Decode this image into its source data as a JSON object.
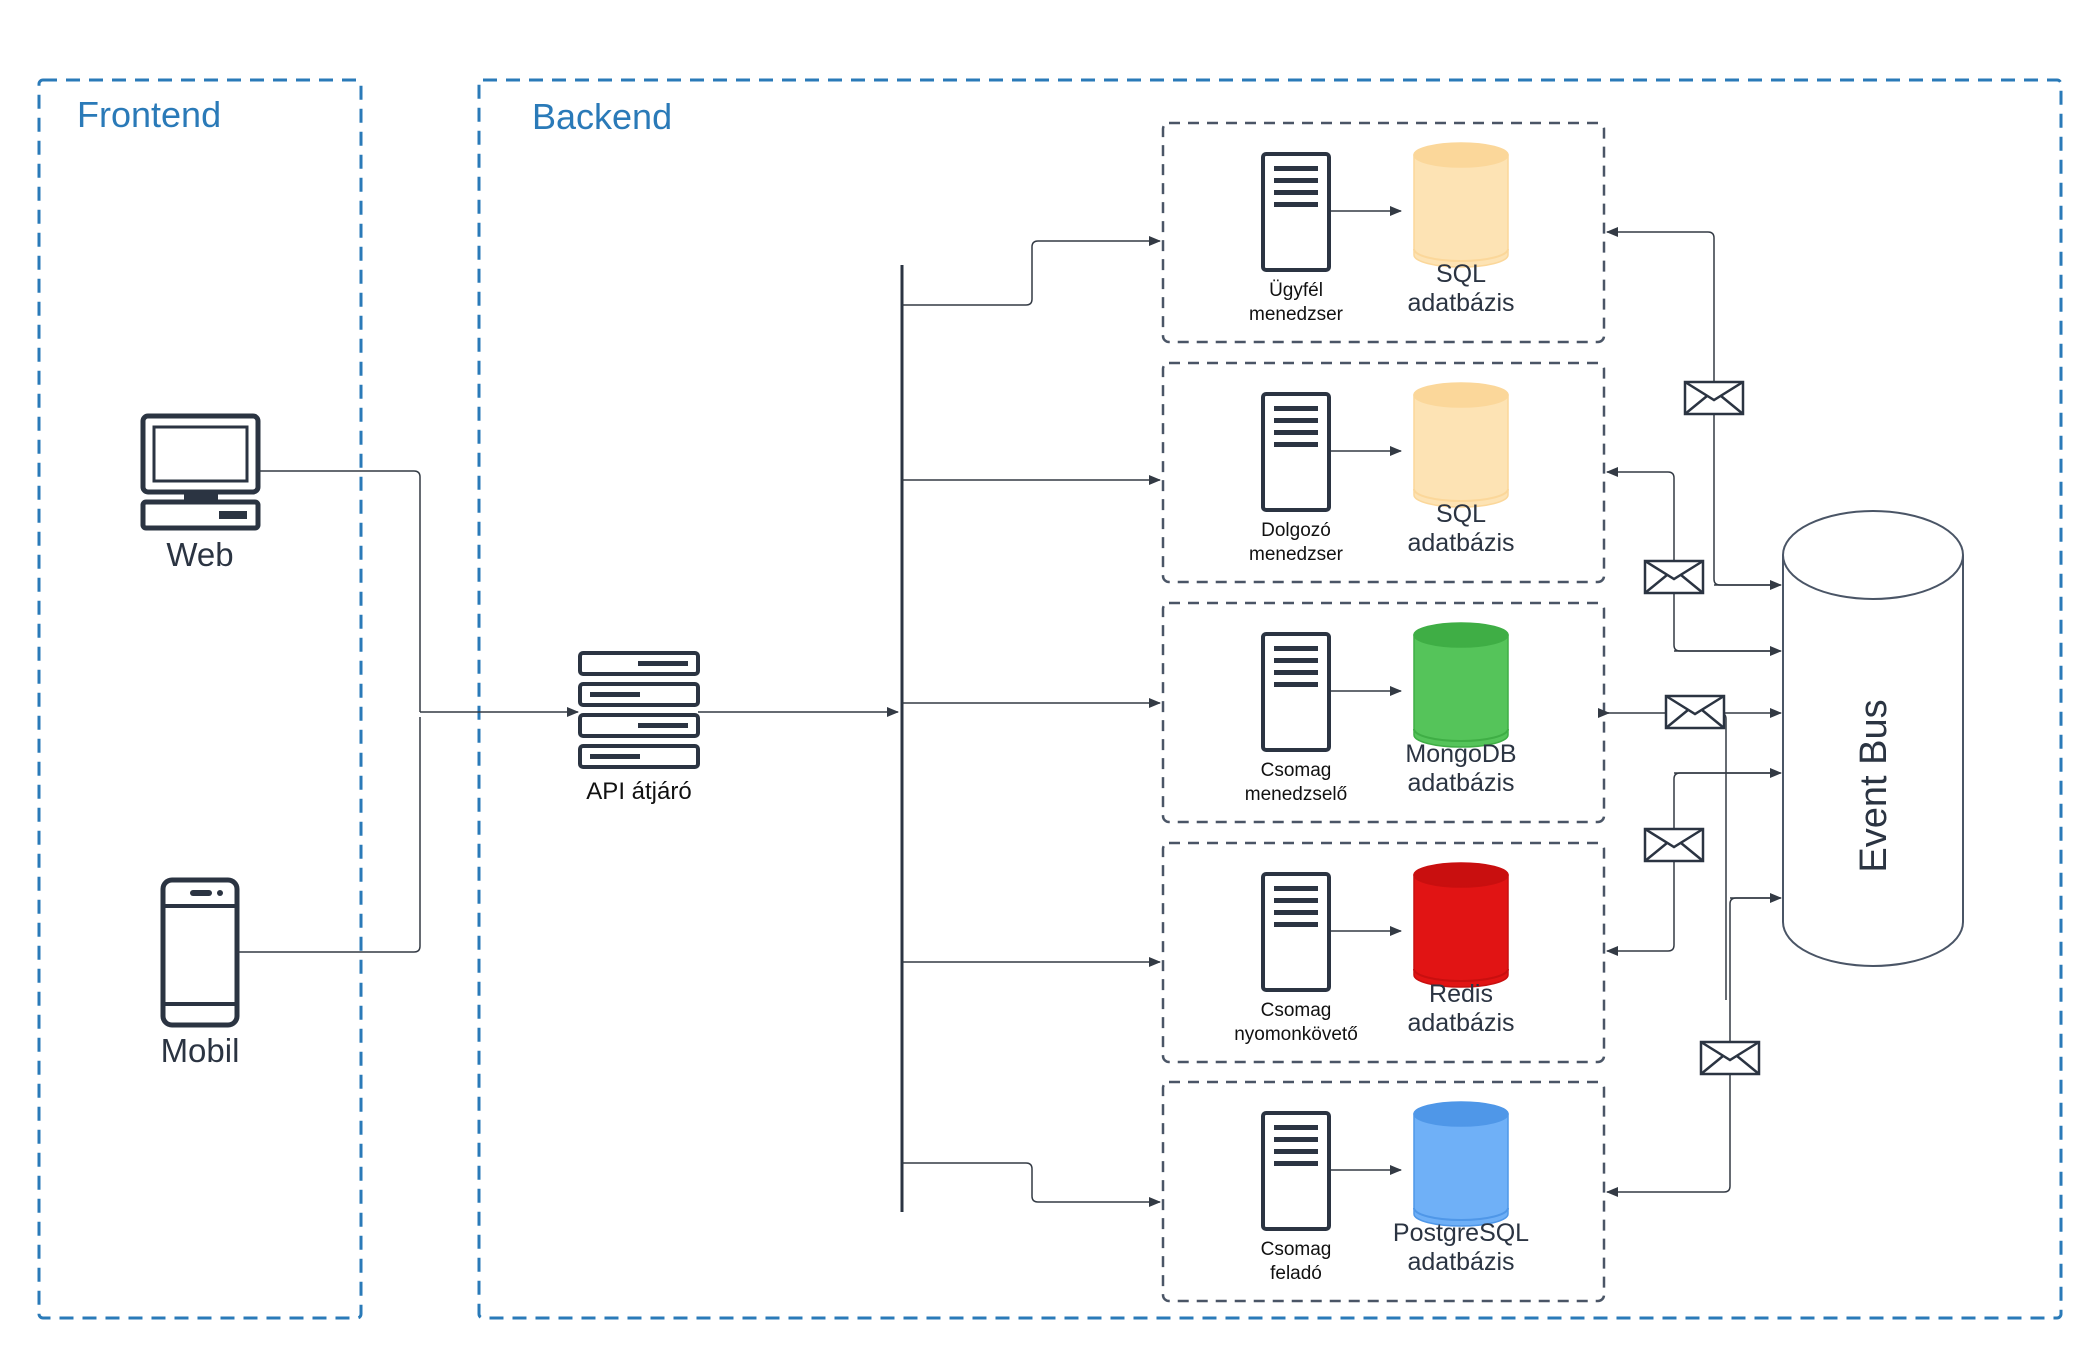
{
  "groups": {
    "frontend": "Frontend",
    "backend": "Backend"
  },
  "clients": {
    "web": "Web",
    "mobile": "Mobil"
  },
  "gateway": {
    "label": "API átjáró"
  },
  "services": [
    {
      "line1": "Ügyfél",
      "line2": "menedzser",
      "db_line1": "SQL",
      "db_line2": "adatbázis",
      "db_color": "#fde3b4",
      "db_top": "#fbd79a"
    },
    {
      "line1": "Dolgozó",
      "line2": "menedzser",
      "db_line1": "SQL",
      "db_line2": "adatbázis",
      "db_color": "#fde3b4",
      "db_top": "#fbd79a"
    },
    {
      "line1": "Csomag",
      "line2": "menedzselő",
      "db_line1": "MongoDB",
      "db_line2": "adatbázis",
      "db_color": "#55c45a",
      "db_top": "#3fae45"
    },
    {
      "line1": "Csomag",
      "line2": "nyomonkövető",
      "db_line1": "Redis",
      "db_line2": "adatbázis",
      "db_color": "#e11414",
      "db_top": "#c90f0f"
    },
    {
      "line1": "Csomag",
      "line2": "feladó",
      "db_line1": "PostgreSQL",
      "db_line2": "adatbázis",
      "db_color": "#6fb0f7",
      "db_top": "#4f97e8"
    }
  ],
  "event_bus": {
    "label": "Event Bus"
  },
  "colors": {
    "group_border": "#2a7ab8",
    "service_border": "#4a5566",
    "icon": "#2b3442"
  }
}
